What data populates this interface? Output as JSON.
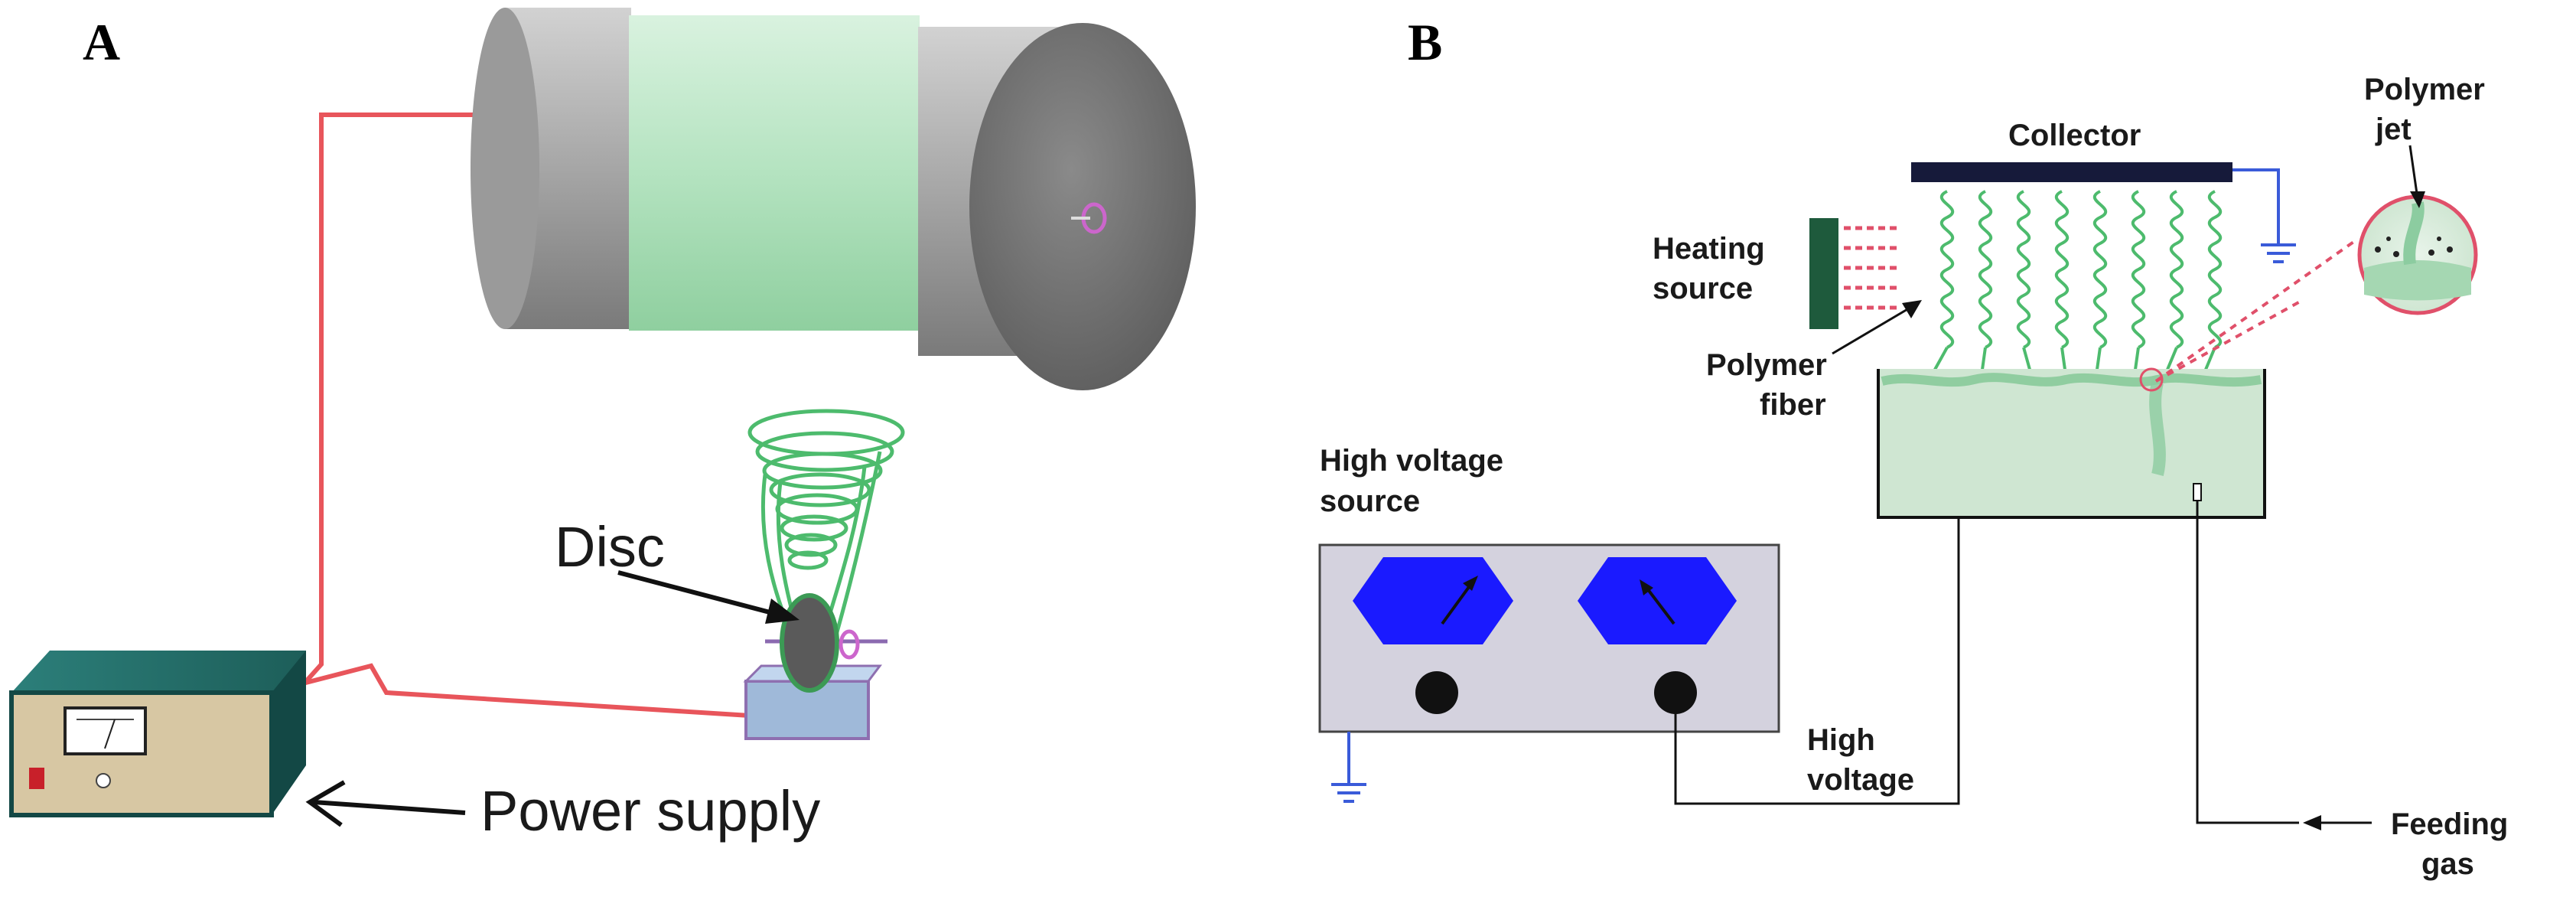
{
  "panel_a": {
    "letter": "A",
    "labels": {
      "disc": "Disc",
      "power_supply": "Power supply"
    }
  },
  "panel_b": {
    "letter": "B",
    "labels": {
      "collector": "Collector",
      "polymer_jet_line1": "Polymer",
      "polymer_jet_line2": "jet",
      "heating_source_line1": "Heating",
      "heating_source_line2": "source",
      "polymer_fiber_line1": "Polymer",
      "polymer_fiber_line2": "fiber",
      "high_voltage_source_line1": "High voltage",
      "high_voltage_source_line2": "source",
      "high_voltage_line1": "High",
      "high_voltage_line2": "voltage",
      "feeding_gas_line1": "Feeding",
      "feeding_gas_line2": "gas"
    }
  },
  "colors": {
    "wire_red": "#e8555b",
    "fiber_green": "#4dbb6d",
    "bath_green": "#cfe6d2",
    "dial_blue": "#1a1aff",
    "panel_grey": "#d4d2de",
    "ground_blue": "#3a5bd9",
    "collector_navy": "#161a3a",
    "heater_green": "#1e5a3c",
    "heat_red": "#e0506a"
  }
}
